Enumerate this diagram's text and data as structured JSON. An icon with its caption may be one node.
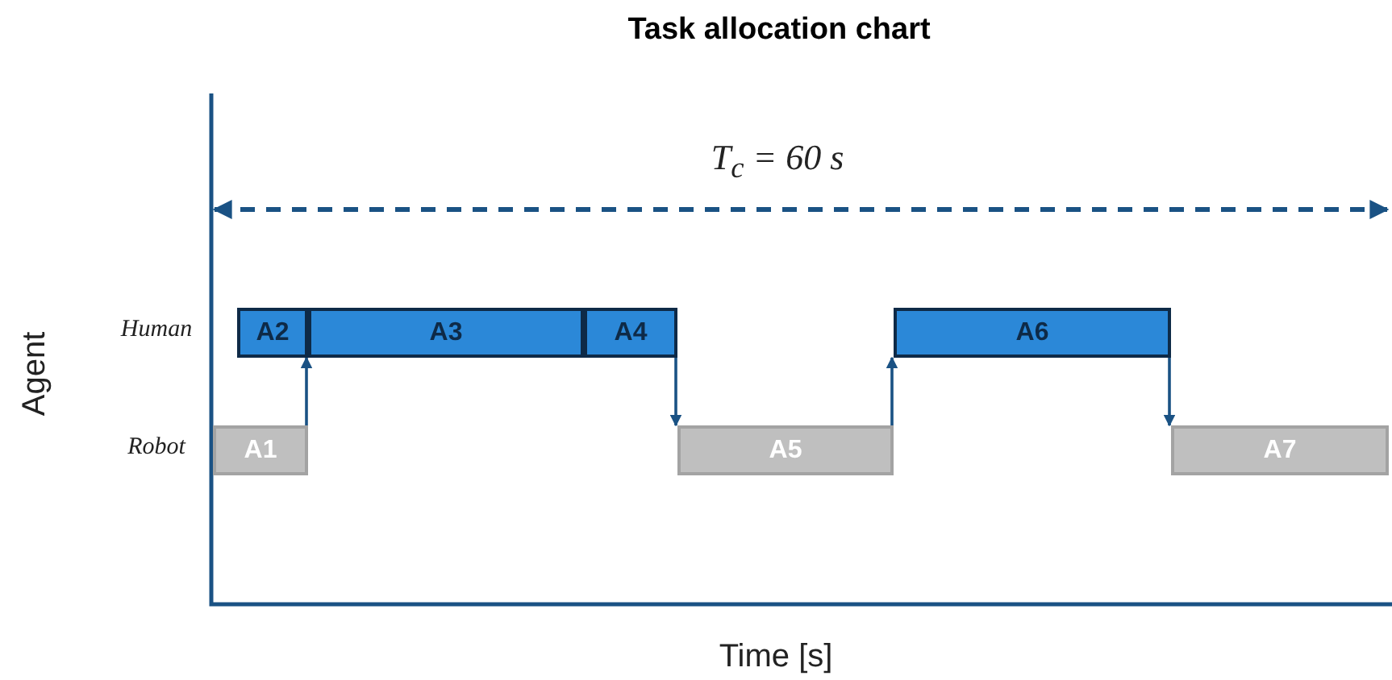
{
  "diagram": {
    "title": "Task allocation chart",
    "nodes": [
      {
        "text": [
          "A1"
        ]
      },
      {
        "text": [
          "A2"
        ]
      },
      {
        "text": [
          "A3"
        ]
      },
      {
        "text": [
          "A4"
        ]
      },
      {
        "text": [
          "A5"
        ]
      },
      {
        "text": [
          "A6"
        ]
      },
      {
        "text": [
          "A7"
        ]
      }
    ],
    "edges": [
      {
        "from": 0,
        "to": 1,
        "arrow": "to"
      },
      {
        "from": 3,
        "to": 4,
        "arrow": "to"
      },
      {
        "from": 4,
        "to": 5,
        "arrow": "to"
      },
      {
        "from": 5,
        "to": 6,
        "arrow": "to"
      }
    ],
    "labels": [
      "T$_{c}$ = 60 s",
      "Human",
      "Robot",
      "Agent",
      "Time [s]"
    ]
  }
}
